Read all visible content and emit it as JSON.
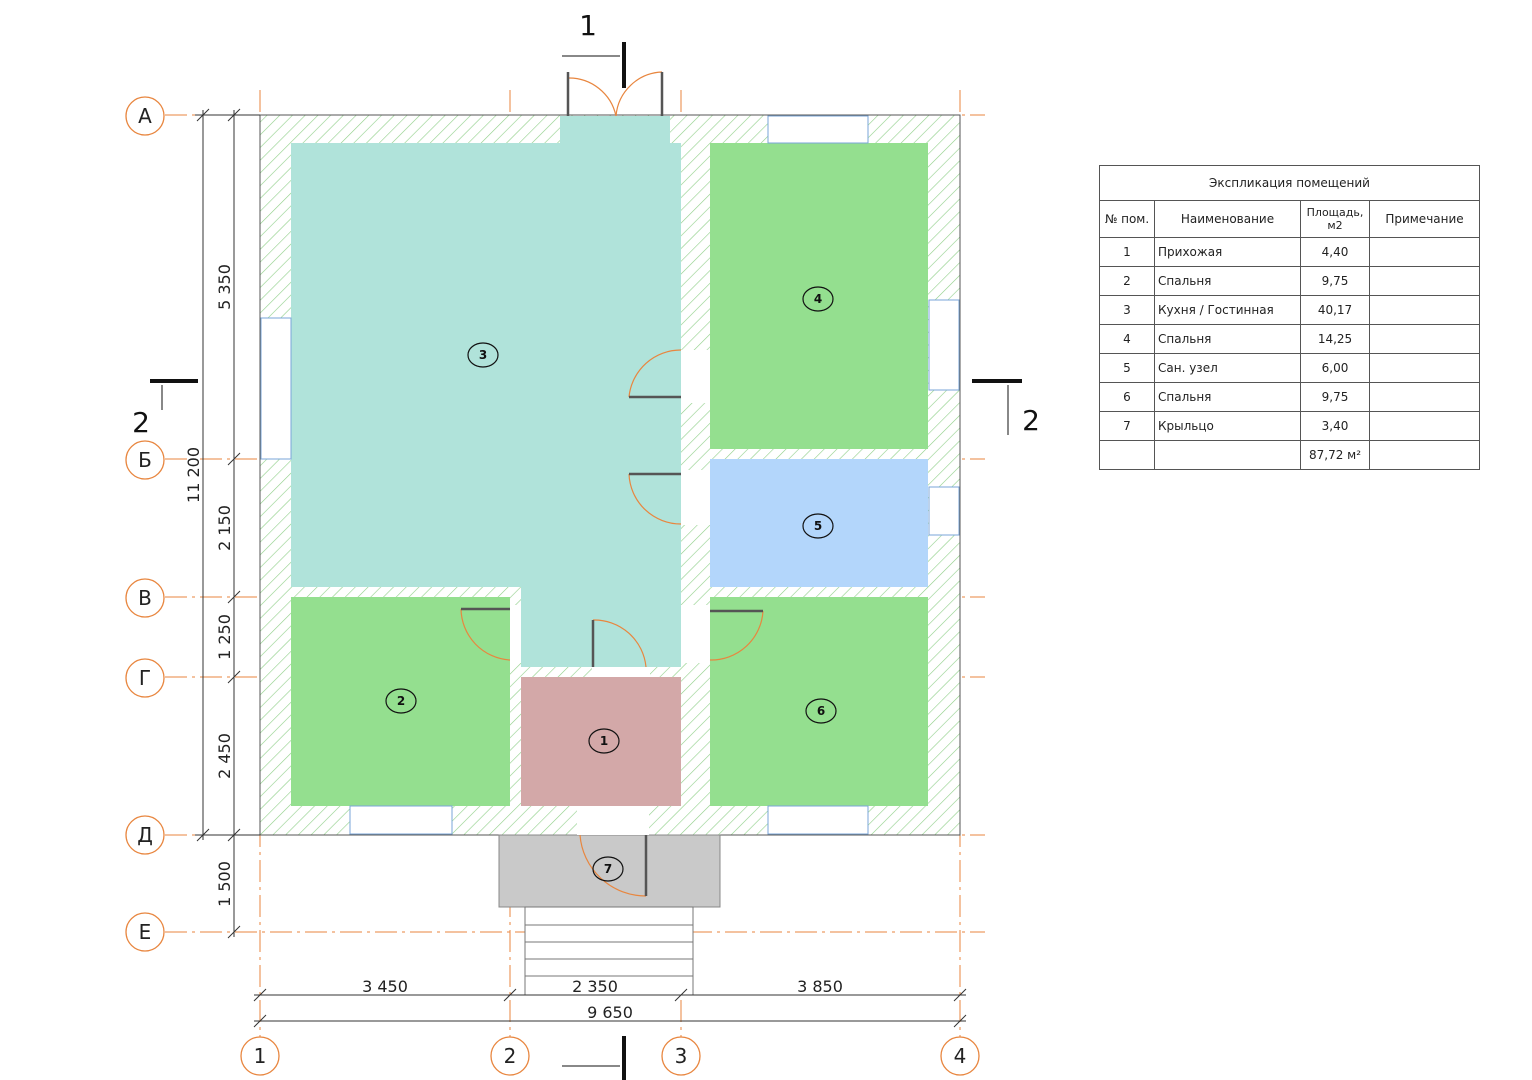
{
  "sections": {
    "top": "1",
    "left": "2",
    "right": "2"
  },
  "axes": {
    "letters": [
      "А",
      "Б",
      "В",
      "Г",
      "Д",
      "Е"
    ],
    "numbers": [
      "1",
      "2",
      "3",
      "4"
    ]
  },
  "dimensions": {
    "vertical": [
      "5 350",
      "2 150",
      "1 250",
      "2 450",
      "1 500"
    ],
    "vertical_total": "11 200",
    "horizontal": [
      "3 450",
      "2 350",
      "3 850"
    ],
    "horizontal_total": "9 650"
  },
  "room_tags": [
    "1",
    "2",
    "3",
    "4",
    "5",
    "6",
    "7"
  ],
  "colors": {
    "living": "#b0e3da",
    "bedroom": "#94df8f",
    "bath": "#b3d6fb",
    "hall": "#d3a8a8",
    "porch": "#c9c9c9",
    "axis": "#e8863f"
  },
  "table": {
    "title": "Экспликация помещений",
    "headers": [
      "№ пом.",
      "Наименование",
      "Площадь, м2",
      "Примечание"
    ],
    "rows": [
      {
        "num": "1",
        "name": "Прихожая",
        "area": "4,40",
        "note": ""
      },
      {
        "num": "2",
        "name": "Спальня",
        "area": "9,75",
        "note": ""
      },
      {
        "num": "3",
        "name": "Кухня / Гостинная",
        "area": "40,17",
        "note": ""
      },
      {
        "num": "4",
        "name": "Спальня",
        "area": "14,25",
        "note": ""
      },
      {
        "num": "5",
        "name": "Сан. узел",
        "area": "6,00",
        "note": ""
      },
      {
        "num": "6",
        "name": "Спальня",
        "area": "9,75",
        "note": ""
      },
      {
        "num": "7",
        "name": "Крыльцо",
        "area": "3,40",
        "note": ""
      }
    ],
    "total": "87,72 м²"
  }
}
